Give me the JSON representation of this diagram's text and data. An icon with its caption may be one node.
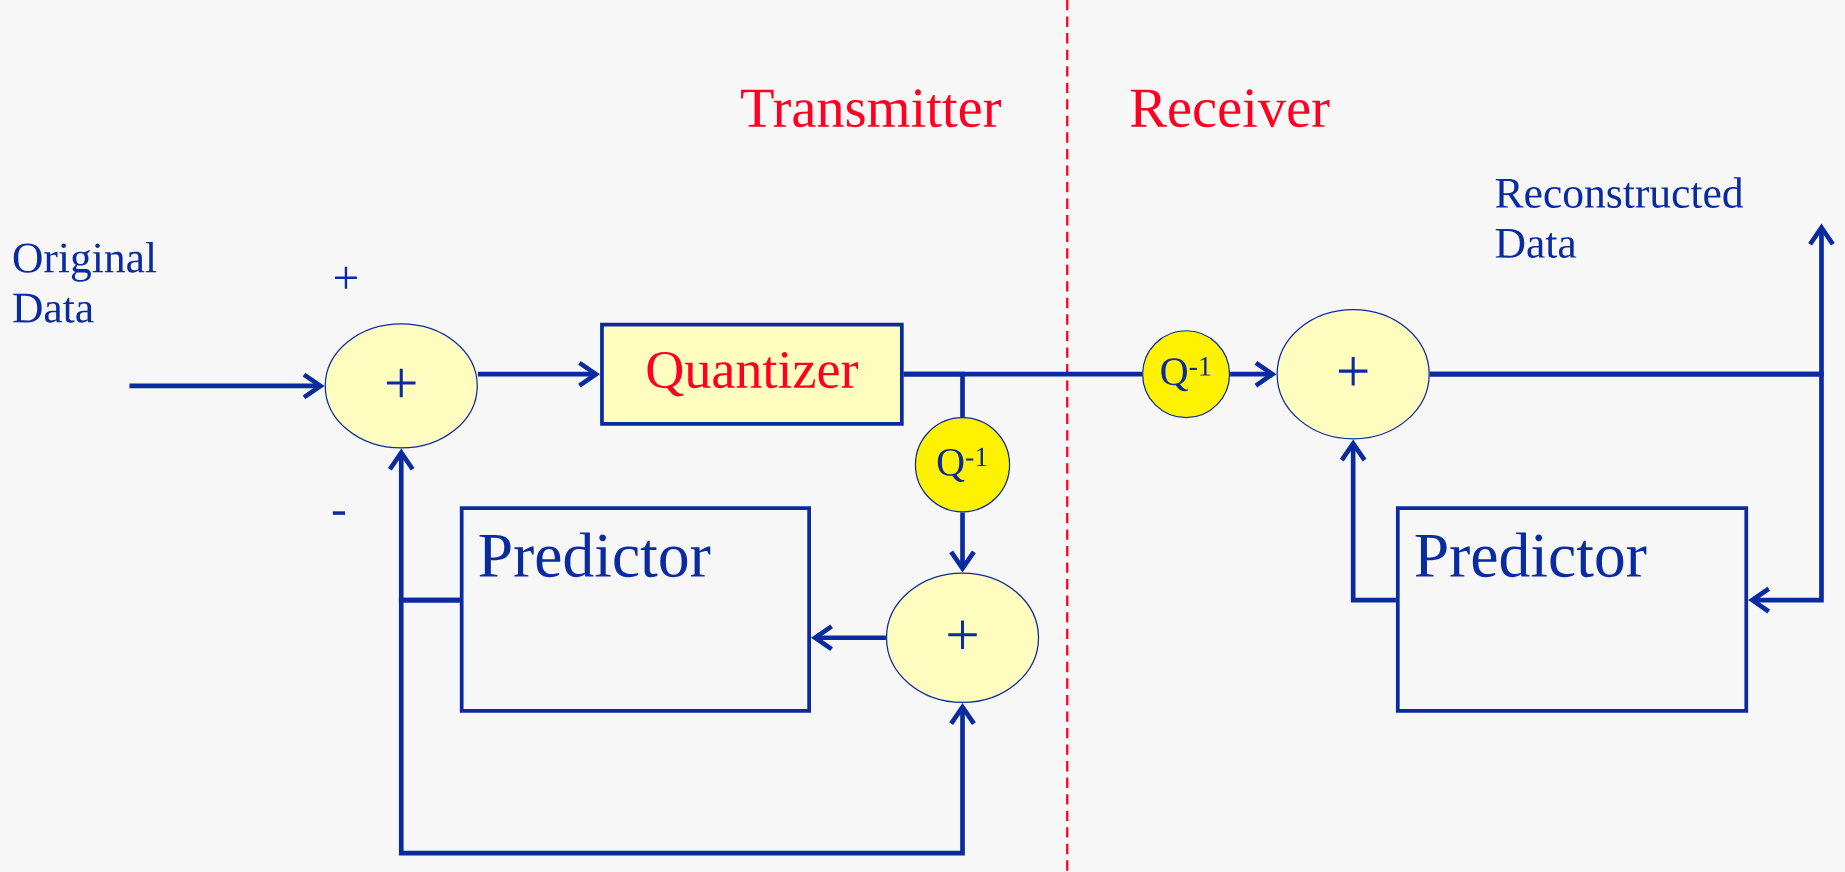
{
  "diagram": {
    "nodes": [
      {
        "text": [
          "+"
        ]
      },
      {
        "text": [
          "Quantizer"
        ]
      },
      {
        "text": [
          "Q$^{-1}$"
        ]
      },
      {
        "text": [
          "+"
        ]
      },
      {
        "text": [
          "Predictor"
        ]
      },
      {
        "text": [
          "Q$^{-1}$"
        ]
      },
      {
        "text": [
          "+"
        ]
      },
      {
        "text": [
          "Predictor"
        ]
      }
    ],
    "edges": [
      {
        "from": null,
        "to": 0,
        "arrow": "to"
      },
      {
        "from": 0,
        "to": 1,
        "arrow": "to"
      },
      {
        "from": 1,
        "to": 2,
        "arrow": "none"
      },
      {
        "from": 1,
        "to": 5,
        "arrow": "none"
      },
      {
        "from": 5,
        "to": 6,
        "arrow": "to"
      },
      {
        "from": 2,
        "to": 3,
        "arrow": "to"
      },
      {
        "from": 3,
        "to": 4,
        "arrow": "to"
      },
      {
        "from": 4,
        "to": 0,
        "arrow": "to"
      },
      {
        "from": 4,
        "to": 3,
        "arrow": "to"
      },
      {
        "from": 6,
        "to": null,
        "arrow": "to"
      },
      {
        "from": 6,
        "to": 7,
        "arrow": "to"
      },
      {
        "from": 7,
        "to": 6,
        "arrow": "to"
      }
    ],
    "labels": [
      "Transmitter",
      "Receiver",
      "Reconstructed Data",
      "Original Data",
      "+",
      "-"
    ]
  }
}
